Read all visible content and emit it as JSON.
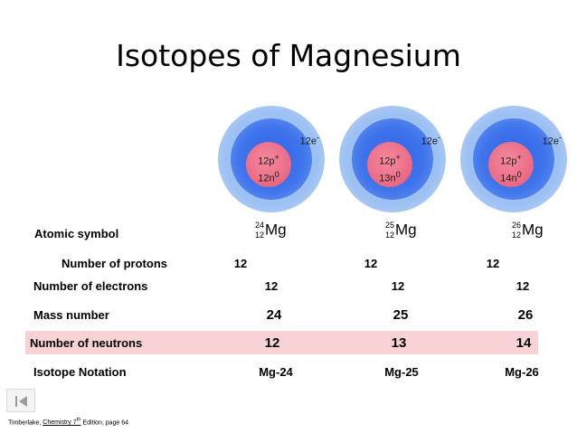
{
  "title": "Isotopes of Magnesium",
  "atoms": [
    {
      "shell": "12e",
      "p": "12p",
      "n": "12n",
      "mass": "24",
      "z": "12",
      "el": "Mg"
    },
    {
      "shell": "12e",
      "p": "12p",
      "n": "13n",
      "mass": "25",
      "z": "12",
      "el": "Mg"
    },
    {
      "shell": "12e",
      "p": "12p",
      "n": "14n",
      "mass": "26",
      "z": "12",
      "el": "Mg"
    }
  ],
  "labels": {
    "atomic_symbol": "Atomic symbol",
    "protons": "Number of protons",
    "electrons": "Number of electrons",
    "mass": "Mass number",
    "neutrons": "Number of neutrons",
    "notation": "Isotope Notation"
  },
  "table": {
    "protons": [
      "12",
      "12",
      "12"
    ],
    "electrons": [
      "12",
      "12",
      "12"
    ],
    "mass": [
      "24",
      "25",
      "26"
    ],
    "neutrons": [
      "12",
      "13",
      "14"
    ],
    "notation": [
      "Mg-24",
      "Mg-25",
      "Mg-26"
    ]
  },
  "colors": {
    "highlight_row": "#f9d2d6",
    "nucleus": "#ec6d86",
    "electron_cloud": "#3f74ec"
  },
  "footer": {
    "author": "Timberlake,",
    "book": "Chemistry 7",
    "edition_sup": "th",
    "rest": " Edition, page 64"
  }
}
